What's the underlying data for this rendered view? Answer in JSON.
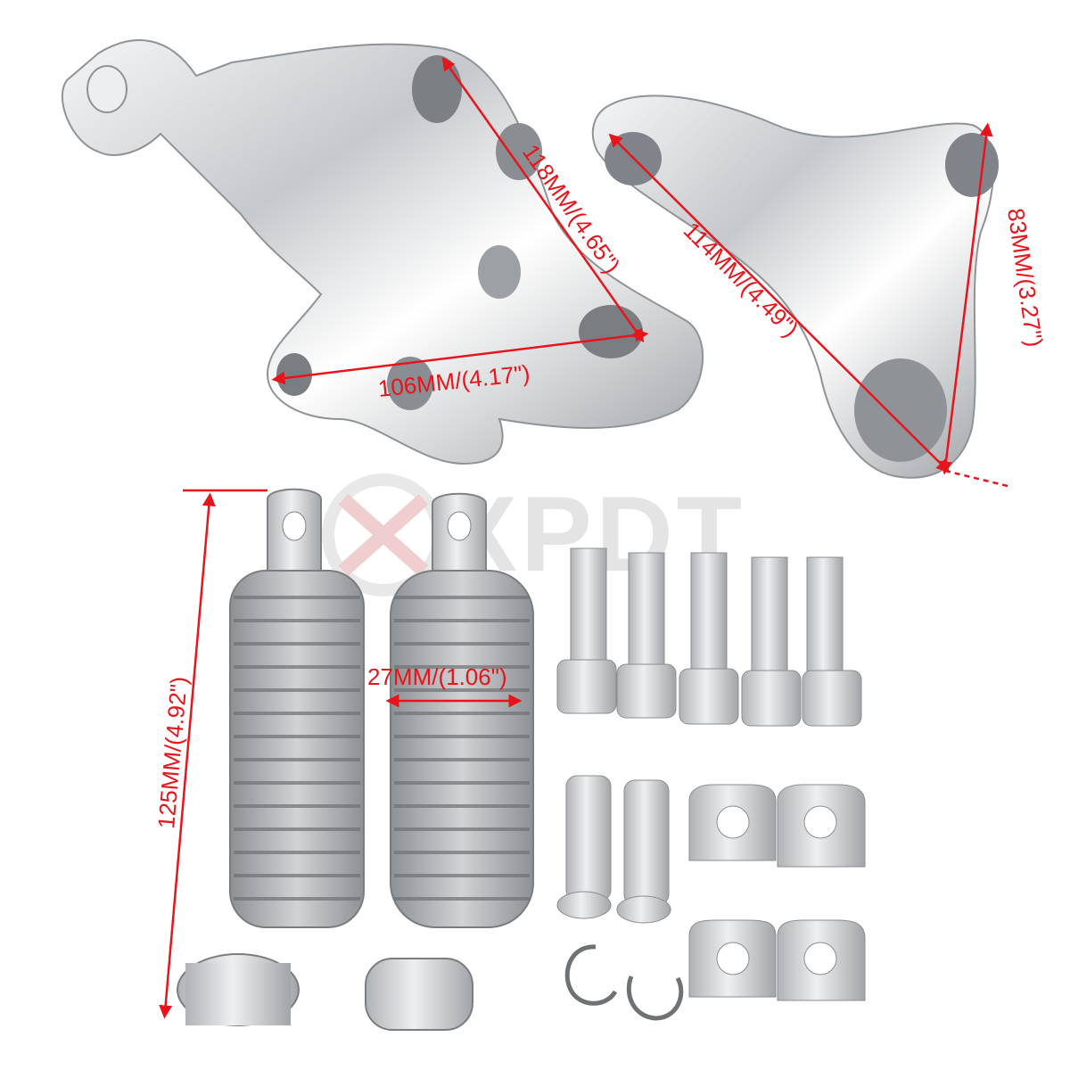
{
  "watermark": {
    "brand": "XPDT"
  },
  "dimensions": {
    "bracket_left_diagonal": "118MM/(4.65\")",
    "bracket_left_width": "106MM/(4.17\")",
    "bracket_right_diagonal": "114MM/(4.49\")",
    "bracket_right_height": "83MM/(3.27\")",
    "peg_length": "125MM/(4.92\")",
    "peg_diameter": "27MM/(1.06\")"
  },
  "colors": {
    "dimension": "#e8141c",
    "chrome": "#c9ccd0",
    "rubber": "#a9acae",
    "bolt": "#d2d4d6"
  }
}
